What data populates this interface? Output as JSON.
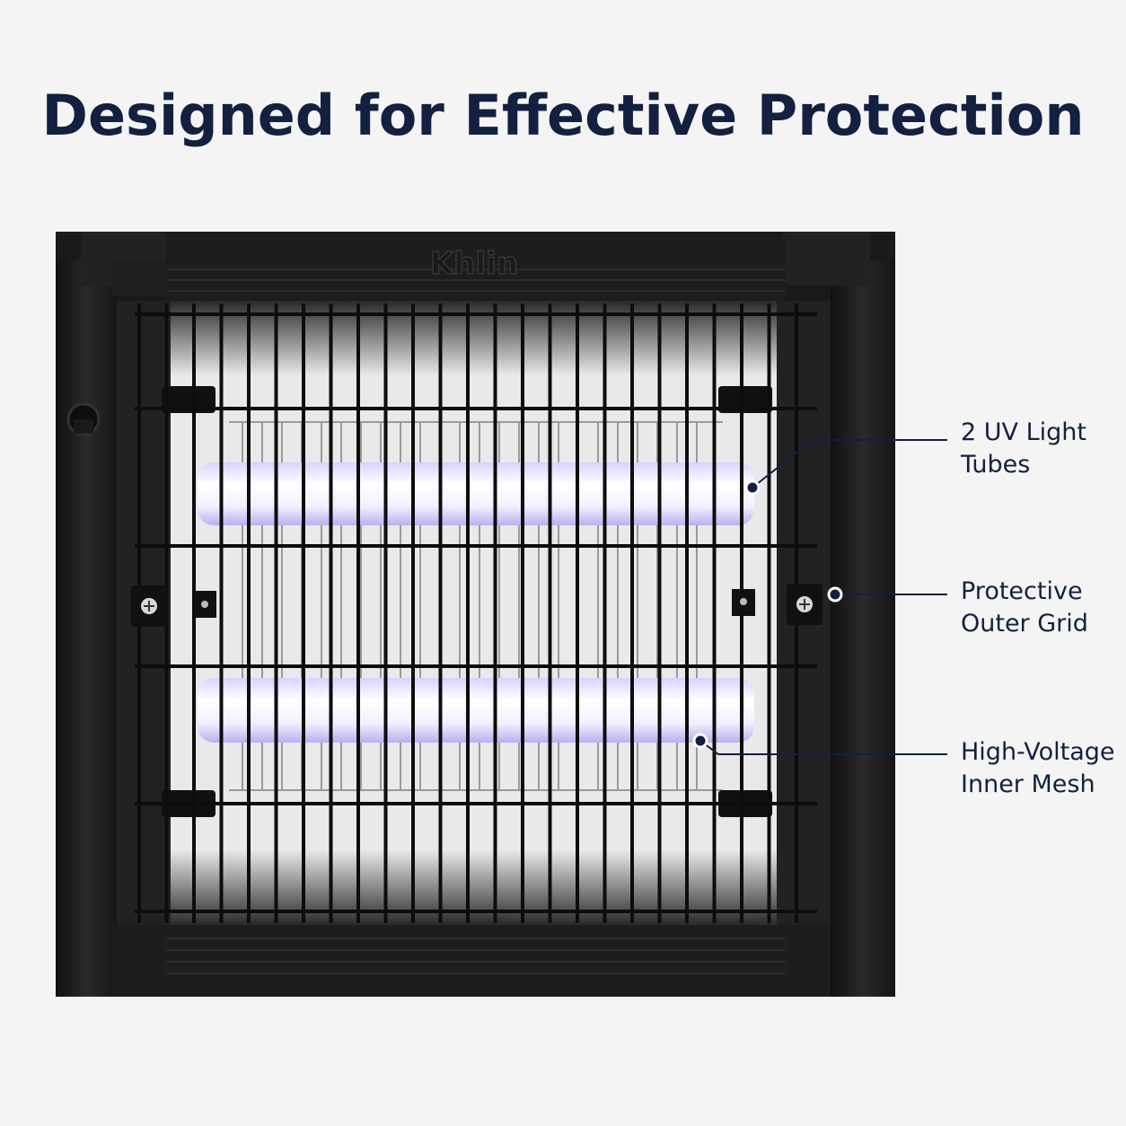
{
  "title": "Designed for Effective Protection",
  "brand": "Khlin",
  "colors": {
    "background": "#f4f4f4",
    "text": "#13203f",
    "frame": "#1c1c1c",
    "uv_glow": "#e8e4ff"
  },
  "callouts": [
    {
      "line1": "2 UV Light",
      "line2": "Tubes"
    },
    {
      "line1": "Protective",
      "line2": "Outer Grid"
    },
    {
      "line1": "High-Voltage",
      "line2": "Inner Mesh"
    }
  ]
}
